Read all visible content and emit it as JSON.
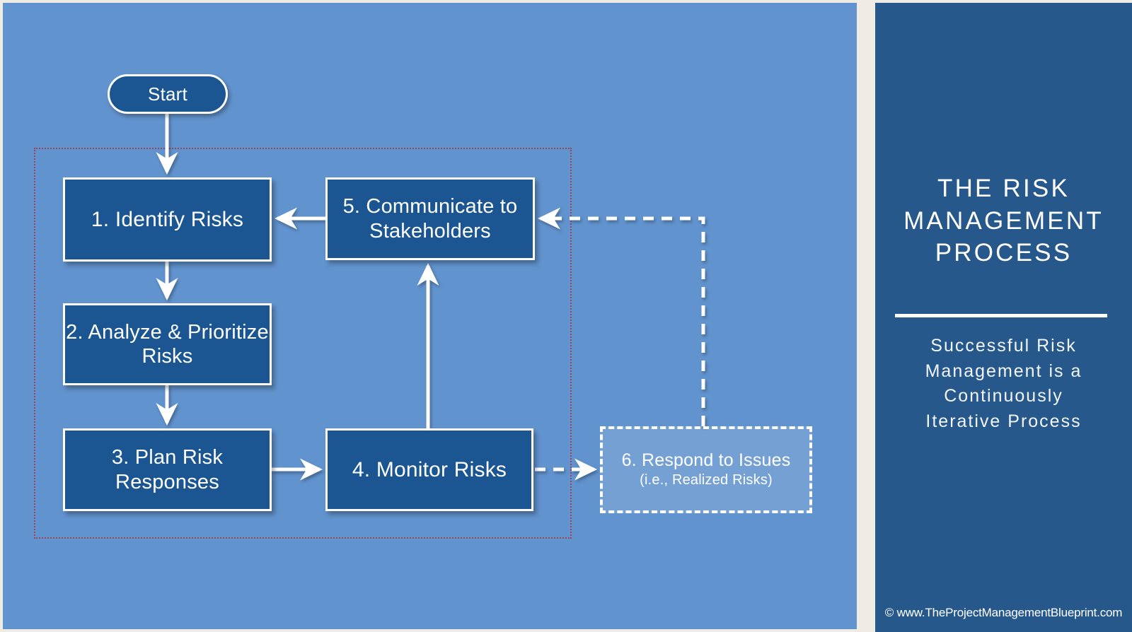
{
  "colors": {
    "page_background": "#efece6",
    "flow_panel_background": "#6193ce",
    "node_fill": "#1b5693",
    "node_border": "#ffffff",
    "title_panel_background": "#27588c",
    "boundary_dotted": "#9e4458",
    "arrow": "#ffffff"
  },
  "diagram": {
    "title": "The Risk Management Process flowchart",
    "nodes": [
      {
        "id": "start",
        "label": "Start",
        "shape": "rounded-capsule",
        "style": "solid"
      },
      {
        "id": "identify",
        "label": "1. Identify Risks",
        "shape": "rectangle",
        "style": "solid"
      },
      {
        "id": "analyze",
        "label": "2. Analyze & Prioritize Risks",
        "shape": "rectangle",
        "style": "solid"
      },
      {
        "id": "plan",
        "label": "3. Plan Risk Responses",
        "shape": "rectangle",
        "style": "solid"
      },
      {
        "id": "monitor",
        "label": "4. Monitor Risks",
        "shape": "rectangle",
        "style": "solid"
      },
      {
        "id": "communicate",
        "label": "5. Communicate to Stakeholders",
        "shape": "rectangle",
        "style": "solid"
      },
      {
        "id": "respond",
        "label": "6. Respond to Issues",
        "sub": "(i.e., Realized Risks)",
        "shape": "rectangle",
        "style": "dashed"
      }
    ],
    "edges": [
      {
        "from": "start",
        "to": "identify",
        "style": "solid",
        "direction": "down"
      },
      {
        "from": "identify",
        "to": "analyze",
        "style": "solid",
        "direction": "down"
      },
      {
        "from": "analyze",
        "to": "plan",
        "style": "solid",
        "direction": "down"
      },
      {
        "from": "plan",
        "to": "monitor",
        "style": "solid",
        "direction": "right"
      },
      {
        "from": "monitor",
        "to": "communicate",
        "style": "solid",
        "direction": "up"
      },
      {
        "from": "communicate",
        "to": "identify",
        "style": "solid",
        "direction": "left"
      },
      {
        "from": "monitor",
        "to": "respond",
        "style": "dashed",
        "direction": "right"
      },
      {
        "from": "respond",
        "to": "communicate",
        "style": "dashed",
        "direction": "up-then-left"
      }
    ],
    "boundary": {
      "name": "iterative-process-boundary",
      "style": "dotted"
    }
  },
  "side_panel": {
    "title_line_1": "THE RISK",
    "title_line_2": "MANAGEMENT",
    "title_line_3": "PROCESS",
    "subtitle_line_1": "Successful Risk",
    "subtitle_line_2": "Management is a",
    "subtitle_line_3": "Continuously",
    "subtitle_line_4": "Iterative Process",
    "footer": "© www.TheProjectManagementBlueprint.com"
  }
}
